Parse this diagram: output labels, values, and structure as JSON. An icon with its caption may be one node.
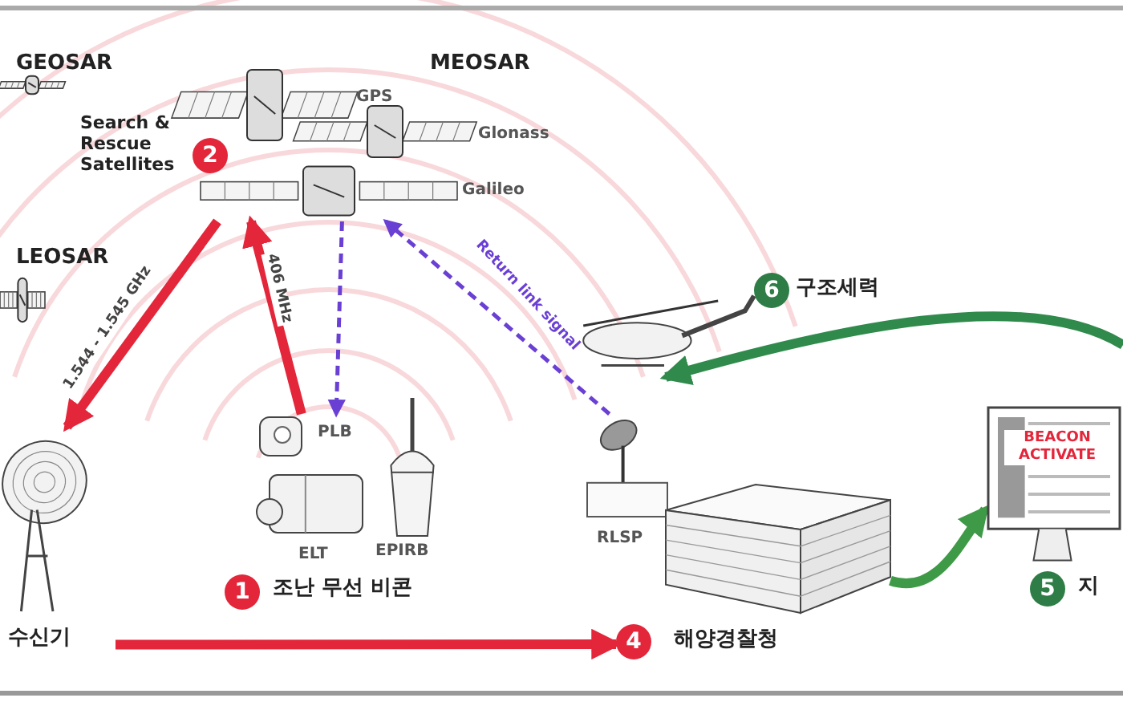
{
  "diagram": {
    "nodes": [
      {
        "text": [
          "GEOSAR"
        ]
      },
      {
        "text": [
          "Search & Rescue Satellites",
          "2"
        ]
      },
      {
        "text": [
          "GPS"
        ]
      },
      {
        "text": [
          "Glonass"
        ]
      },
      {
        "text": [
          "Galileo"
        ]
      },
      {
        "text": [
          "LEOSAR"
        ]
      },
      {
        "text": [
          "수신기"
        ]
      },
      {
        "text": [
          "1",
          "조난 무선 비콘"
        ]
      },
      {
        "text": [
          "PLB"
        ]
      },
      {
        "text": [
          "ELT"
        ]
      },
      {
        "text": [
          "EPIRB"
        ]
      },
      {
        "text": [
          "RLSP"
        ]
      },
      {
        "text": [
          "4",
          "해양경찰청"
        ]
      },
      {
        "text": [
          "BEACON ACTIVATE",
          "5",
          "지"
        ]
      },
      {
        "text": [
          "6",
          "구조세력"
        ]
      }
    ],
    "edges": [
      {
        "from": 4,
        "to": 6,
        "arrow": "to",
        "label": "1.544 - 1.545 GHz"
      },
      {
        "from": 8,
        "to": 4,
        "arrow": "to",
        "label": "406 MHz"
      },
      {
        "from": 4,
        "to": 8,
        "arrow": "to",
        "style": "dashed",
        "color": "#6a3fd4"
      },
      {
        "from": 11,
        "to": 4,
        "arrow": "to",
        "label": "Return link signal",
        "style": "dashed",
        "color": "#6a3fd4"
      },
      {
        "from": 6,
        "to": 12,
        "arrow": "to"
      },
      {
        "from": 12,
        "to": 13,
        "arrow": "to",
        "color": "#3f9a48"
      },
      {
        "from": null,
        "to": 14,
        "arrow": "to",
        "color": "#2f8a4c"
      }
    ],
    "labels": [
      "MEOSAR"
    ]
  }
}
